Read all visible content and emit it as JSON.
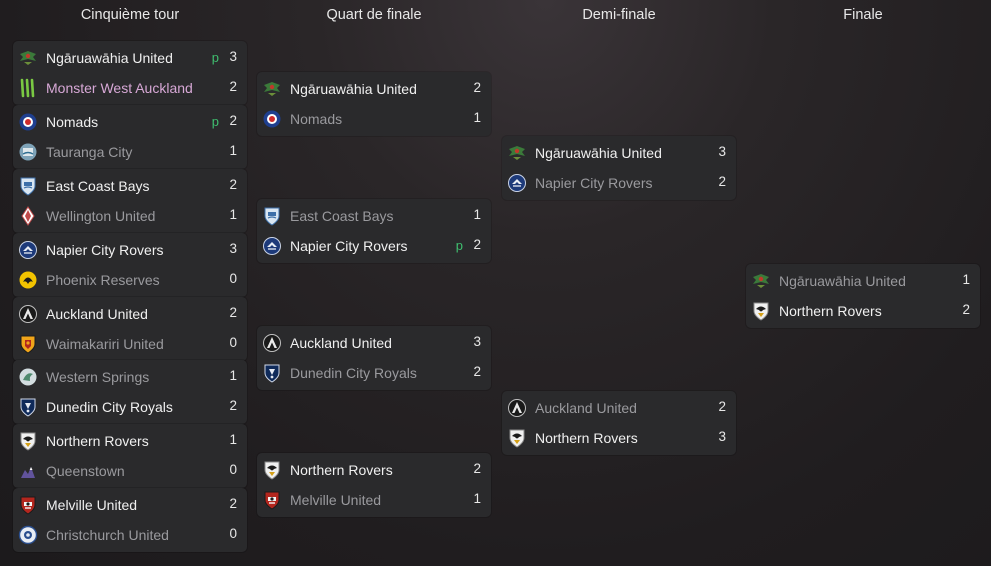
{
  "rounds": [
    "Cinquième tour",
    "Quart de finale",
    "Demi-finale",
    "Finale"
  ],
  "colors": {
    "background": "#231f21",
    "card": "#2a2a2c",
    "winner_text": "#f0f0f0",
    "loser_text": "#9a9a9e",
    "highlight_team": "#d7a8d6",
    "penalty_marker": "#3fbf6f"
  },
  "matches": [
    {
      "round": 0,
      "teams": [
        {
          "name": "Ngāruawāhia United",
          "score": "3",
          "pen": "p",
          "state": "win",
          "crest": "ngaruawahia-crest-icon"
        },
        {
          "name": "Monster West Auckland",
          "score": "2",
          "pen": "",
          "state": "hl",
          "crest": "monster-claw-icon"
        }
      ]
    },
    {
      "round": 0,
      "teams": [
        {
          "name": "Nomads",
          "score": "2",
          "pen": "p",
          "state": "win",
          "crest": "nomads-crest-icon"
        },
        {
          "name": "Tauranga City",
          "score": "1",
          "pen": "",
          "state": "lose",
          "crest": "tauranga-crest-icon"
        }
      ]
    },
    {
      "round": 0,
      "teams": [
        {
          "name": "East Coast Bays",
          "score": "2",
          "pen": "",
          "state": "win",
          "crest": "eastcoast-crest-icon"
        },
        {
          "name": "Wellington United",
          "score": "1",
          "pen": "",
          "state": "lose",
          "crest": "wellington-crest-icon"
        }
      ]
    },
    {
      "round": 0,
      "teams": [
        {
          "name": "Napier City Rovers",
          "score": "3",
          "pen": "",
          "state": "win",
          "crest": "napier-crest-icon"
        },
        {
          "name": "Phoenix Reserves",
          "score": "0",
          "pen": "",
          "state": "lose",
          "crest": "phoenix-crest-icon"
        }
      ]
    },
    {
      "round": 0,
      "teams": [
        {
          "name": "Auckland United",
          "score": "2",
          "pen": "",
          "state": "win",
          "crest": "auckland-crest-icon"
        },
        {
          "name": "Waimakariri United",
          "score": "0",
          "pen": "",
          "state": "lose",
          "crest": "waimakariri-crest-icon"
        }
      ]
    },
    {
      "round": 0,
      "teams": [
        {
          "name": "Western Springs",
          "score": "1",
          "pen": "",
          "state": "lose",
          "crest": "western-springs-crest-icon"
        },
        {
          "name": "Dunedin City Royals",
          "score": "2",
          "pen": "",
          "state": "win",
          "crest": "dunedin-crest-icon"
        }
      ]
    },
    {
      "round": 0,
      "teams": [
        {
          "name": "Northern Rovers",
          "score": "1",
          "pen": "",
          "state": "win",
          "crest": "northern-rovers-crest-icon"
        },
        {
          "name": "Queenstown",
          "score": "0",
          "pen": "",
          "state": "lose",
          "crest": "queenstown-crest-icon"
        }
      ]
    },
    {
      "round": 0,
      "teams": [
        {
          "name": "Melville United",
          "score": "2",
          "pen": "",
          "state": "win",
          "crest": "melville-crest-icon"
        },
        {
          "name": "Christchurch United",
          "score": "0",
          "pen": "",
          "state": "lose",
          "crest": "christchurch-crest-icon"
        }
      ]
    },
    {
      "round": 1,
      "teams": [
        {
          "name": "Ngāruawāhia United",
          "score": "2",
          "pen": "",
          "state": "win",
          "crest": "ngaruawahia-crest-icon"
        },
        {
          "name": "Nomads",
          "score": "1",
          "pen": "",
          "state": "lose",
          "crest": "nomads-crest-icon"
        }
      ]
    },
    {
      "round": 1,
      "teams": [
        {
          "name": "East Coast Bays",
          "score": "1",
          "pen": "",
          "state": "lose",
          "crest": "eastcoast-crest-icon"
        },
        {
          "name": "Napier City Rovers",
          "score": "2",
          "pen": "p",
          "state": "win",
          "crest": "napier-crest-icon"
        }
      ]
    },
    {
      "round": 1,
      "teams": [
        {
          "name": "Auckland United",
          "score": "3",
          "pen": "",
          "state": "win",
          "crest": "auckland-crest-icon"
        },
        {
          "name": "Dunedin City Royals",
          "score": "2",
          "pen": "",
          "state": "lose",
          "crest": "dunedin-crest-icon"
        }
      ]
    },
    {
      "round": 1,
      "teams": [
        {
          "name": "Northern Rovers",
          "score": "2",
          "pen": "",
          "state": "win",
          "crest": "northern-rovers-crest-icon"
        },
        {
          "name": "Melville United",
          "score": "1",
          "pen": "",
          "state": "lose",
          "crest": "melville-crest-icon"
        }
      ]
    },
    {
      "round": 2,
      "teams": [
        {
          "name": "Ngāruawāhia United",
          "score": "3",
          "pen": "",
          "state": "win",
          "crest": "ngaruawahia-crest-icon"
        },
        {
          "name": "Napier City Rovers",
          "score": "2",
          "pen": "",
          "state": "lose",
          "crest": "napier-crest-icon"
        }
      ]
    },
    {
      "round": 2,
      "teams": [
        {
          "name": "Auckland United",
          "score": "2",
          "pen": "",
          "state": "lose",
          "crest": "auckland-crest-icon"
        },
        {
          "name": "Northern Rovers",
          "score": "3",
          "pen": "",
          "state": "win",
          "crest": "northern-rovers-crest-icon"
        }
      ]
    },
    {
      "round": 3,
      "teams": [
        {
          "name": "Ngāruawāhia United",
          "score": "1",
          "pen": "",
          "state": "lose",
          "crest": "ngaruawahia-crest-icon"
        },
        {
          "name": "Northern Rovers",
          "score": "2",
          "pen": "",
          "state": "win",
          "crest": "northern-rovers-crest-icon"
        }
      ]
    }
  ]
}
